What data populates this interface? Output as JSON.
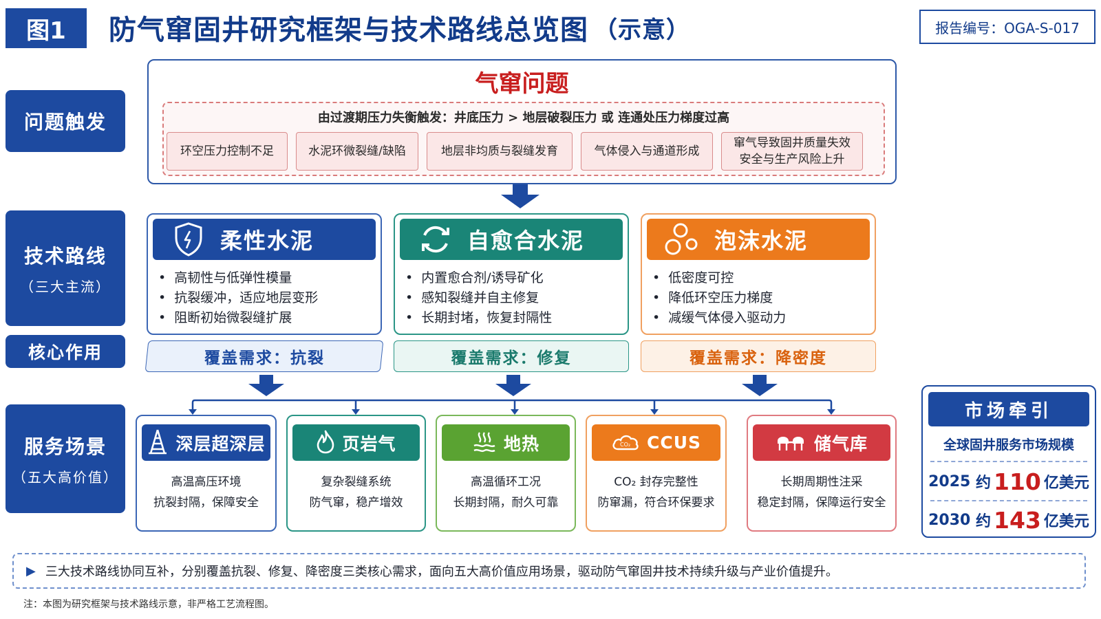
{
  "header": {
    "figure_label": "图1",
    "title": "防气窜固井研究框架与技术路线总览图",
    "title_suffix": "（示意）",
    "report_no": "报告编号：OGA-S-017"
  },
  "side_labels": {
    "problem": "问题触发",
    "tech": "技术路线",
    "tech_sub": "（三大主流）",
    "core": "核心作用",
    "scenario": "服务场景",
    "scenario_sub": "（五大高价值）"
  },
  "problem": {
    "title": "气窜问题",
    "condition": "由过渡期压力失衡触发：井底压力 > 地层破裂压力 或 连通处压力梯度过高",
    "causes": [
      {
        "label": "环空压力控制不足"
      },
      {
        "label": "水泥环微裂缝/缺陷"
      },
      {
        "label": "地层非均质与裂缝发育"
      },
      {
        "label": "气体侵入与通道形成"
      },
      {
        "label": "窜气导致固井质量失效\n安全与生产风险上升"
      }
    ]
  },
  "tech_routes": [
    {
      "name": "柔性水泥",
      "icon": "shield-icon",
      "color": "#1d4aa0",
      "points": [
        "高韧性与低弹性模量",
        "抗裂缓冲，适应地层变形",
        "阻断初始微裂缝扩展"
      ],
      "need": "覆盖需求：抗裂"
    },
    {
      "name": "自愈合水泥",
      "icon": "refresh-icon",
      "color": "#1a8577",
      "points": [
        "内置愈合剂/诱导矿化",
        "感知裂缝并自主修复",
        "长期封堵，恢复封隔性"
      ],
      "need": "覆盖需求：修复"
    },
    {
      "name": "泡沫水泥",
      "icon": "bubbles-icon",
      "color": "#ec7a1c",
      "points": [
        "低密度可控",
        "降低环空压力梯度",
        "减缓气体侵入驱动力"
      ],
      "need": "覆盖需求：降密度"
    }
  ],
  "scenarios": [
    {
      "name": "深层超深层",
      "icon": "derrick-icon",
      "color": "#1d4aa0",
      "lines": [
        "高温高压环境",
        "抗裂封隔，保障安全"
      ]
    },
    {
      "name": "页岩气",
      "icon": "flame-icon",
      "color": "#1a8577",
      "lines": [
        "复杂裂缝系统",
        "防气窜，稳产增效"
      ]
    },
    {
      "name": "地热",
      "icon": "heat-icon",
      "color": "#5aa332",
      "lines": [
        "高温循环工况",
        "长期封隔，耐久可靠"
      ]
    },
    {
      "name": "CCUS",
      "icon": "co2-cloud-icon",
      "color": "#ec7a1c",
      "lines": [
        "CO₂ 封存完整性",
        "防窜漏，符合环保要求"
      ]
    },
    {
      "name": "储气库",
      "icon": "storage-tank-icon",
      "color": "#d23a42",
      "lines": [
        "长期周期性注采",
        "稳定封隔，保障运行安全"
      ]
    }
  ],
  "market": {
    "title": "市场牵引",
    "subtitle": "全球固井服务市场规模",
    "rows": [
      {
        "year": "2025",
        "prefix": "约",
        "value": "110",
        "unit": "亿美元"
      },
      {
        "year": "2030",
        "prefix": "约",
        "value": "143",
        "unit": "亿美元"
      }
    ]
  },
  "summary": "三大技术路线协同互补，分别覆盖抗裂、修复、降密度三类核心需求，面向五大高价值应用场景，驱动防气窜固井技术持续升级与产业价值提升。",
  "note": "注：本图为研究框架与技术路线示意，非严格工艺流程图。"
}
